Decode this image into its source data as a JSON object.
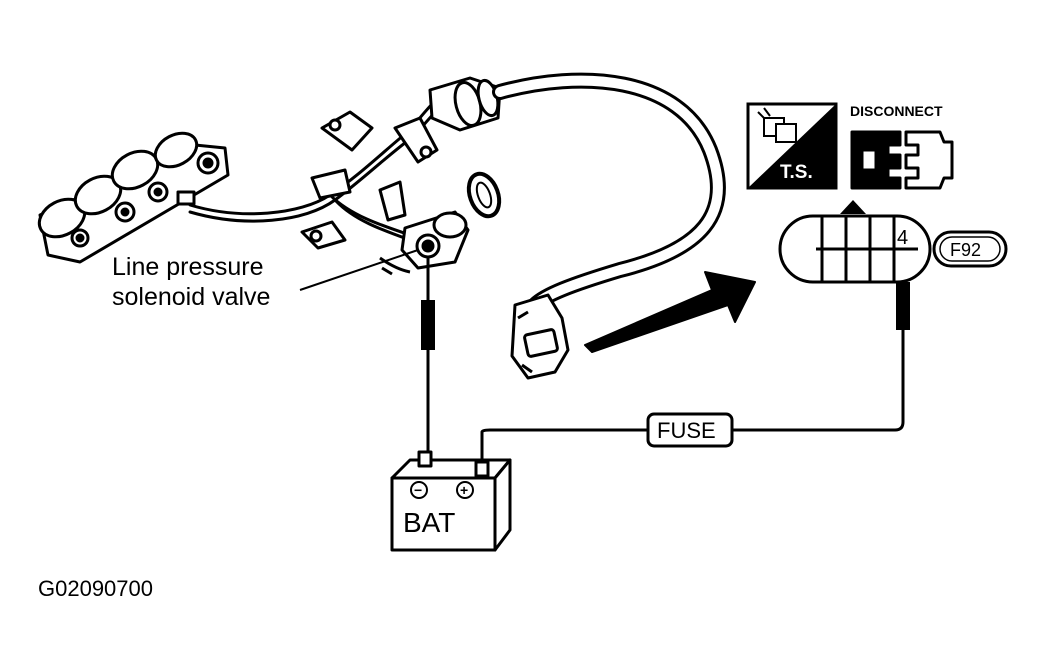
{
  "labels": {
    "solenoid_line1": "Line pressure",
    "solenoid_line2": "solenoid valve",
    "fuse": "FUSE",
    "battery": "BAT",
    "battery_negative": "−",
    "battery_positive": "+",
    "disconnect": "DISCONNECT",
    "ts": "T.S.",
    "pin_number": "4",
    "connector_id": "F92",
    "figure_code": "G02090700"
  },
  "icons": {
    "ts_icon": "connector-test-symbol-icon",
    "disconnect_icon": "disconnect-connector-icon"
  },
  "colors": {
    "ink": "#000000",
    "paper": "#ffffff"
  }
}
